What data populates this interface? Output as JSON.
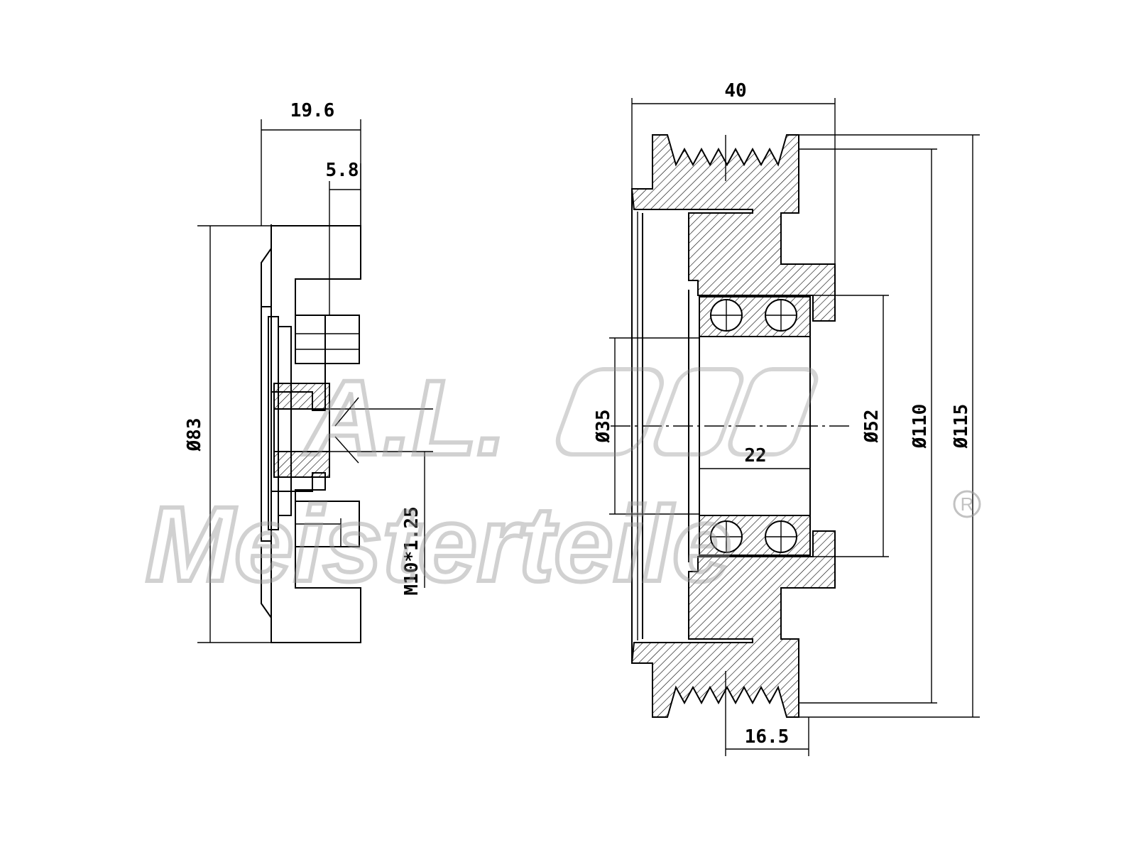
{
  "dimensions": {
    "left_width_total": "19.6",
    "left_width_small": "5.8",
    "left_diameter": "Ø83",
    "left_thread": "M10*1.25",
    "right_width_total": "40",
    "right_groove_width": "16.5",
    "right_bore_width": "22",
    "right_bore_diameter": "Ø35",
    "right_bearing_outer": "Ø52",
    "right_pulley_inner": "Ø110",
    "right_pulley_outer": "Ø115"
  },
  "watermark": {
    "mark": "A.L.",
    "brand": "Meisterteile",
    "registered": "R"
  },
  "colors": {
    "line": "#000000",
    "watermark": "#9a9a9a"
  }
}
